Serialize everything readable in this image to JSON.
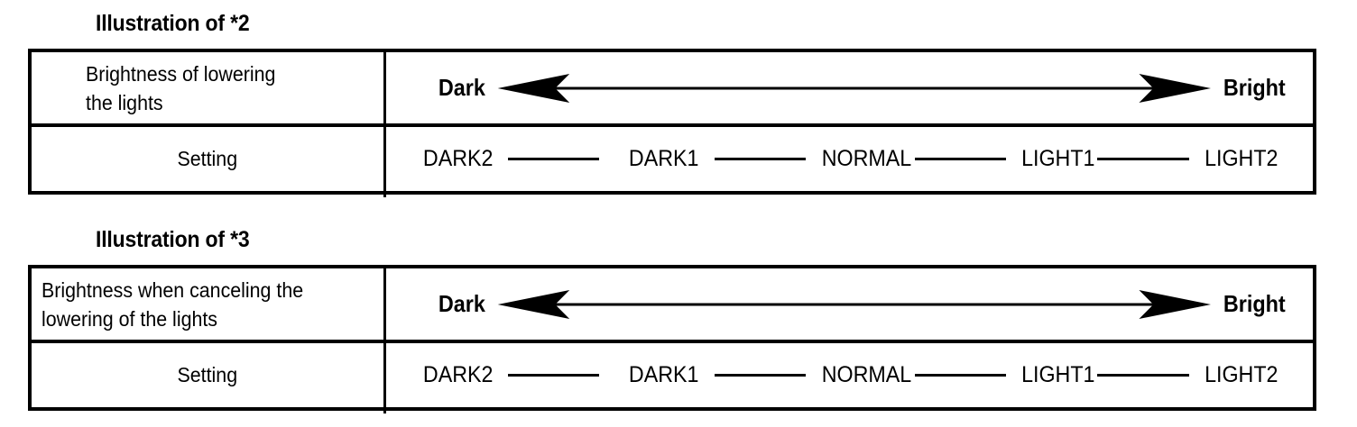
{
  "page": {
    "background_color": "#ffffff",
    "ink_color": "#000000"
  },
  "sections": [
    {
      "title": "Illustration of *2",
      "rows": {
        "brightness": {
          "label": "Brightness of lowering\nthe lights",
          "scale": {
            "left_label": "Dark",
            "right_label": "Bright",
            "arrow": "double-headed-horizontal-arrow"
          }
        },
        "setting": {
          "label": "Setting",
          "steps": [
            "DARK2",
            "DARK1",
            "NORMAL",
            "LIGHT1",
            "LIGHT2"
          ]
        }
      }
    },
    {
      "title": "Illustration of *3",
      "rows": {
        "brightness": {
          "label": "Brightness when canceling the\nlowering of the lights",
          "scale": {
            "left_label": "Dark",
            "right_label": "Bright",
            "arrow": "double-headed-horizontal-arrow"
          }
        },
        "setting": {
          "label": "Setting",
          "steps": [
            "DARK2",
            "DARK1",
            "NORMAL",
            "LIGHT1",
            "LIGHT2"
          ]
        }
      }
    }
  ]
}
